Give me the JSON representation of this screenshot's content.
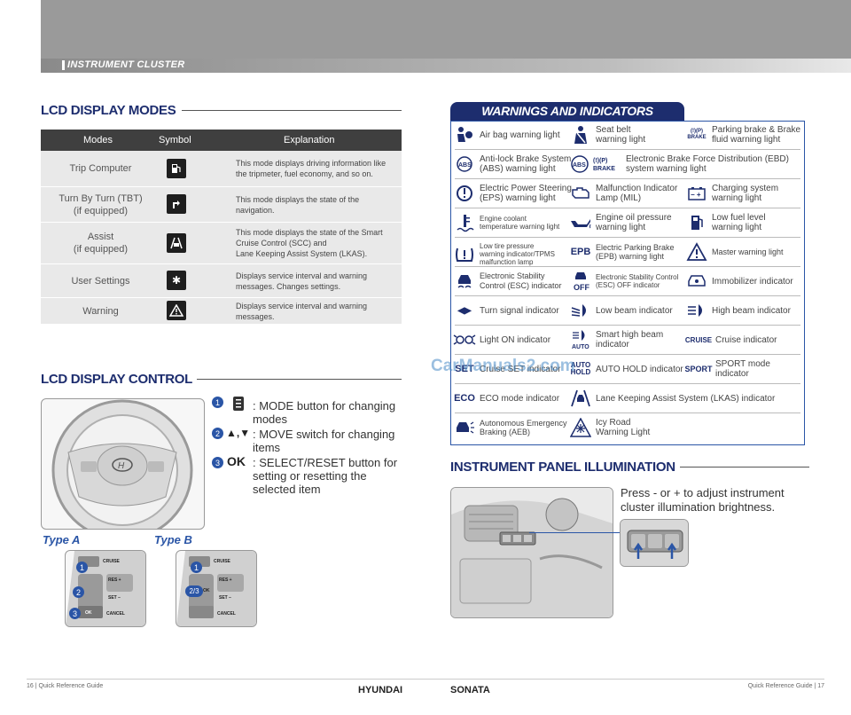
{
  "header": {
    "section": "INSTRUMENT CLUSTER"
  },
  "lcd_modes": {
    "title": "LCD DISPLAY MODES",
    "columns": [
      "Modes",
      "Symbol",
      "Explanation"
    ],
    "rows": [
      {
        "mode": "Trip Computer",
        "icon": "fuel-trip-icon",
        "explanation": "This mode displays driving information like\nthe tripmeter, fuel economy, and so on."
      },
      {
        "mode": "Turn By Turn (TBT)\n(if equipped)",
        "icon": "turn-arrow-icon",
        "explanation": "This mode displays the state of the\nnavigation."
      },
      {
        "mode": "Assist\n(if equipped)",
        "icon": "lane-assist-icon",
        "explanation": "This mode displays the state of the Smart\nCruise Control (SCC) and\nLane Keeping Assist System (LKAS)."
      },
      {
        "mode": "User Settings",
        "icon": "gear-icon",
        "explanation": "Displays service interval and warning\nmessages. Changes settings."
      },
      {
        "mode": "Warning",
        "icon": "warning-triangle-icon",
        "explanation": "Displays service interval and warning\nmessages."
      }
    ]
  },
  "lcd_control": {
    "title": "LCD DISPLAY CONTROL",
    "items": [
      {
        "num": "1",
        "symbol": "",
        "text": ": MODE button for changing\nmodes"
      },
      {
        "num": "2",
        "symbol": "▲,▼",
        "text": ": MOVE switch for changing\nitems"
      },
      {
        "num": "3",
        "symbol": "OK",
        "text": ": SELECT/RESET button for\nsetting or resetting the\nselected item"
      }
    ],
    "type_a": "Type A",
    "type_b": "Type B",
    "wheel_labels": {
      "cruise": "CRUISE",
      "res": "RES +",
      "set": "SET −",
      "ok": "OK",
      "cancel": "CANCEL"
    },
    "callouts_a": [
      "1",
      "2",
      "3"
    ],
    "callouts_b": [
      "1",
      "2/3"
    ]
  },
  "warnings": {
    "title": "WARNINGS AND INDICATORS",
    "cells": [
      {
        "icon": "airbag-icon",
        "glyph": "",
        "label": "Air bag warning light"
      },
      {
        "icon": "seatbelt-icon",
        "glyph": "",
        "label": "Seat belt\nwarning light"
      },
      {
        "icon": "parking-brake-icon",
        "glyph": "(!)(P)\nBRAKE",
        "label": "Parking brake & Brake\nfluid warning light"
      },
      {
        "icon": "abs-icon",
        "glyph": "(ABS)",
        "label": "Anti-lock Brake System\n(ABS) warning light"
      },
      {
        "icon": "ebd-icon",
        "glyph": "(ABS)(!)(P) BRAKE",
        "label": "Electronic Brake Force Distribution (EBD)\nsystem warning light"
      },
      {
        "icon": "eps-icon",
        "glyph": "",
        "label": "Electric Power Steering\n(EPS) warning light"
      },
      {
        "icon": "engine-check-icon",
        "glyph": "",
        "label": "Malfunction Indicator\nLamp (MIL)"
      },
      {
        "icon": "battery-icon",
        "glyph": "− +",
        "label": "Charging system\nwarning light"
      },
      {
        "icon": "coolant-temp-icon",
        "glyph": "",
        "label": "Engine coolant\ntemperature warning light"
      },
      {
        "icon": "oil-pressure-icon",
        "glyph": "",
        "label": "Engine oil pressure\nwarning light"
      },
      {
        "icon": "fuel-pump-icon",
        "glyph": "",
        "label": "Low fuel level\nwarning light"
      },
      {
        "icon": "tpms-icon",
        "glyph": "(!)",
        "label": "Low tire pressure\nwarning indicator/TPMS\nmalfunction lamp"
      },
      {
        "icon": "epb-icon",
        "glyph": "EPB",
        "label": "Electric Parking Brake\n(EPB) warning light"
      },
      {
        "icon": "master-warning-icon",
        "glyph": "!",
        "label": "Master warning light"
      },
      {
        "icon": "esc-icon",
        "glyph": "",
        "label": "Electronic Stability\nControl (ESC) indicator"
      },
      {
        "icon": "esc-off-icon",
        "glyph": "OFF",
        "label": "Electronic Stability Control\n(ESC) OFF indicator"
      },
      {
        "icon": "immobilizer-icon",
        "glyph": "",
        "label": "Immobilizer indicator"
      },
      {
        "icon": "turn-signal-icon",
        "glyph": "◀▶",
        "label": "Turn signal indicator"
      },
      {
        "icon": "low-beam-icon",
        "glyph": "",
        "label": "Low beam indicator"
      },
      {
        "icon": "high-beam-icon",
        "glyph": "",
        "label": "High beam indicator"
      },
      {
        "icon": "light-on-icon",
        "glyph": "",
        "label": "Light ON indicator"
      },
      {
        "icon": "smart-high-beam-icon",
        "glyph": "AUTO",
        "label": "Smart high beam\nindicator"
      },
      {
        "icon": "cruise-icon",
        "glyph": "CRUISE",
        "label": "Cruise indicator"
      },
      {
        "icon": "cruise-set-icon",
        "glyph": "SET",
        "label": "Cruise SET indicator"
      },
      {
        "icon": "auto-hold-icon",
        "glyph": "AUTO\nHOLD",
        "label": "AUTO HOLD indicator"
      },
      {
        "icon": "sport-mode-icon",
        "glyph": "SPORT",
        "label": "SPORT mode\nindicator"
      },
      {
        "icon": "eco-mode-icon",
        "glyph": "ECO",
        "label": "ECO mode indicator"
      },
      {
        "icon": "lkas-icon",
        "glyph": "",
        "label": "Lane Keeping Assist System (LKAS) indicator"
      },
      {
        "icon": "aeb-icon",
        "glyph": "",
        "label": "Autonomous Emergency\nBraking (AEB)"
      },
      {
        "icon": "icy-road-icon",
        "glyph": "",
        "label": "Icy Road\nWarning Light"
      }
    ]
  },
  "illumination": {
    "title": "INSTRUMENT PANEL ILLUMINATION",
    "text": "Press - or + to adjust instrument\ncluster illumination brightness."
  },
  "footer": {
    "left": "16 | Quick Reference Guide",
    "right": "Quick Reference Guide | 17",
    "brand1": "HYUNDAI",
    "brand2": "SONATA"
  },
  "watermark": "CarManuals2.com",
  "colors": {
    "navy": "#1d2d6e",
    "accent_blue": "#2a55a6",
    "table_bg": "#e9e9e9",
    "table_head": "#3f3f3f"
  }
}
